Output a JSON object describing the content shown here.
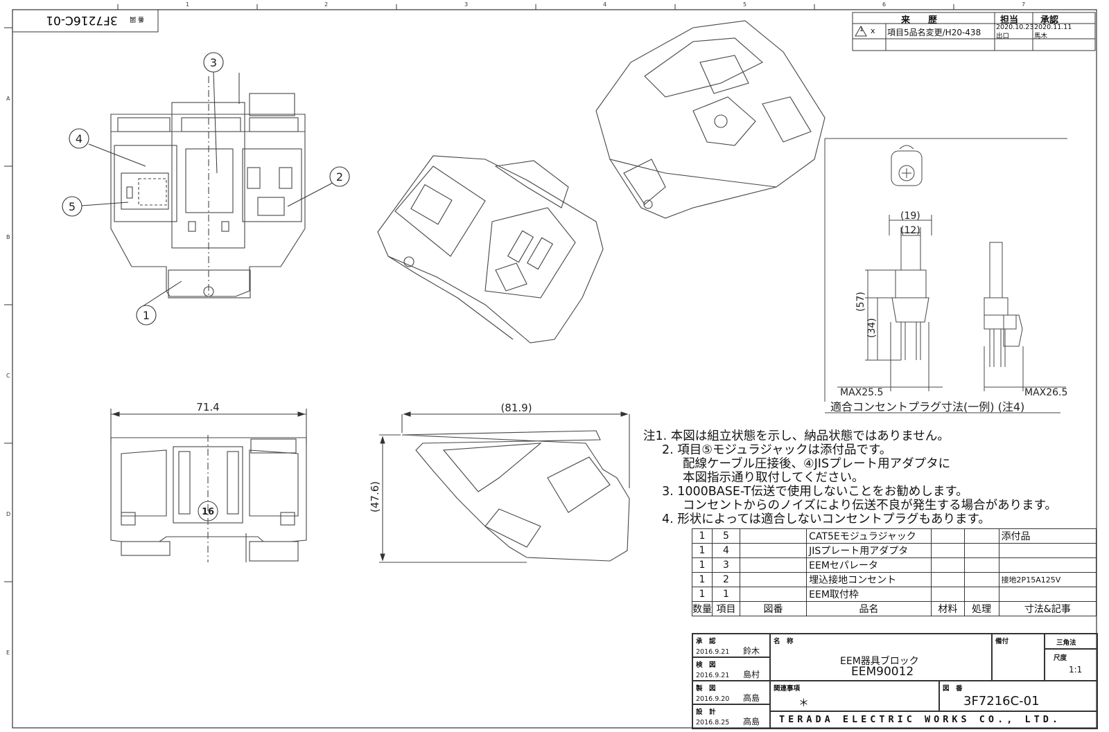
{
  "drawing_number_flipped": "3F7216C-01",
  "drawing_number_label_flipped": "番 図",
  "grid_columns": [
    "1",
    "2",
    "3",
    "4",
    "5",
    "6",
    "7"
  ],
  "grid_rows": [
    "A",
    "B",
    "C",
    "D",
    "E"
  ],
  "revision": {
    "headers": {
      "history": "来　　歴",
      "in_charge": "担当",
      "approval": "承認"
    },
    "rows": [
      {
        "mark": "1",
        "x": "x",
        "text": "項目5品名変更/H20-438",
        "in_charge_date": "2020.10.23",
        "in_charge_name": "出口",
        "approval_date": "2020.11.11",
        "approval_name": "馬木"
      }
    ]
  },
  "balloons": [
    "1",
    "2",
    "3",
    "4",
    "5"
  ],
  "dimensions": {
    "width_front": "71.4",
    "width_side": "(81.9)",
    "height_side": "(47.6)",
    "plug_w1": "(19)",
    "plug_w2": "(12)",
    "plug_h1": "(57)",
    "plug_h2": "(34)",
    "plug_max1": "MAX25.5",
    "plug_max2": "MAX26.5",
    "detail_mark": "16"
  },
  "plug_caption": "適合コンセントプラグ寸法(一例) (注4)",
  "notes": [
    "注1. 本図は組立状態を示し、納品状態ではありません。",
    "2. 項目⑤モジュラジャックは添付品です。",
    "配線ケーブル圧接後、④JISプレート用アダプタに",
    "本図指示通り取付してください。",
    "3. 1000BASE-T伝送で使用しないことをお勧めします。",
    "コンセントからのノイズにより伝送不良が発生する場合があります。",
    "4. 形状によっては適合しないコンセントプラグもあります。"
  ],
  "parts": {
    "rows": [
      {
        "qty": "1",
        "item": "5",
        "drawing": "",
        "name": "CAT5Eモジュラジャック",
        "material": "",
        "treatment": "",
        "remarks": "添付品"
      },
      {
        "qty": "1",
        "item": "4",
        "drawing": "",
        "name": "JISプレート用アダプタ",
        "material": "",
        "treatment": "",
        "remarks": ""
      },
      {
        "qty": "1",
        "item": "3",
        "drawing": "",
        "name": "EEMセパレータ",
        "material": "",
        "treatment": "",
        "remarks": ""
      },
      {
        "qty": "1",
        "item": "2",
        "drawing": "",
        "name": "埋込接地コンセント",
        "material": "",
        "treatment": "",
        "remarks": "接地2P15A125V"
      },
      {
        "qty": "1",
        "item": "1",
        "drawing": "",
        "name": "EEM取付枠",
        "material": "",
        "treatment": "",
        "remarks": ""
      }
    ],
    "header": {
      "qty": "数量",
      "item": "項目",
      "drawing": "図番",
      "name": "品名",
      "material": "材料",
      "treatment": "処理",
      "remarks": "寸法&記事"
    }
  },
  "title_block": {
    "approve_label": "承　認",
    "approve_date": "2016.9.21",
    "approve_name": "鈴木",
    "check_label": "検　図",
    "check_date": "2016.9.21",
    "check_name": "島村",
    "draw_label": "製　図",
    "draw_date": "2016.9.20",
    "draw_name": "高島",
    "design_label": "設　計",
    "design_date": "2016.8.25",
    "design_name": "高島",
    "name_label": "名　称",
    "name_line1": "EEM器具ブロック",
    "name_line2": "EEM90012",
    "related_label": "関連事項",
    "related_value": "＊",
    "drawing_no_label": "図　番",
    "drawing_no": "3F7216C-01",
    "remarks_label": "備付",
    "projection": "三角法",
    "scale_label": "尺度",
    "scale": "1:1",
    "company": "TERADA ELECTRIC WORKS CO., LTD."
  }
}
